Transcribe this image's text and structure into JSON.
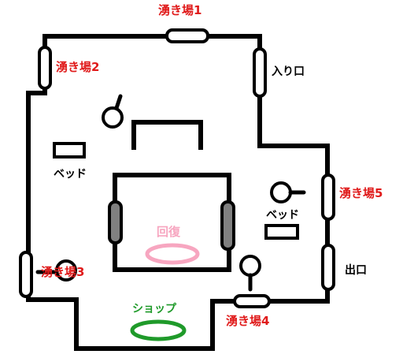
{
  "labels": {
    "spawn1": "湧き場1",
    "spawn2": "湧き場2",
    "spawn3": "湧き場3",
    "spawn4": "湧き場4",
    "spawn5": "湧き場5",
    "entrance": "入り口",
    "exit": "出口",
    "bed_left": "ベッド",
    "bed_right": "ベッド",
    "recovery": "回復",
    "shop": "ショップ"
  },
  "colors": {
    "wall": "#000000",
    "spawn_label": "#e01b1b",
    "door_fill": "#ffffff",
    "gate_fill": "#808080",
    "recovery": "#f7a6c0",
    "shop": "#1f9a2a"
  },
  "icons": {
    "spawn_marker": "rounded-bar-door",
    "bed": "rectangle-bed",
    "lever": "circle-with-stick",
    "recovery_zone": "pink-ellipse",
    "shop_zone": "green-ellipse"
  }
}
